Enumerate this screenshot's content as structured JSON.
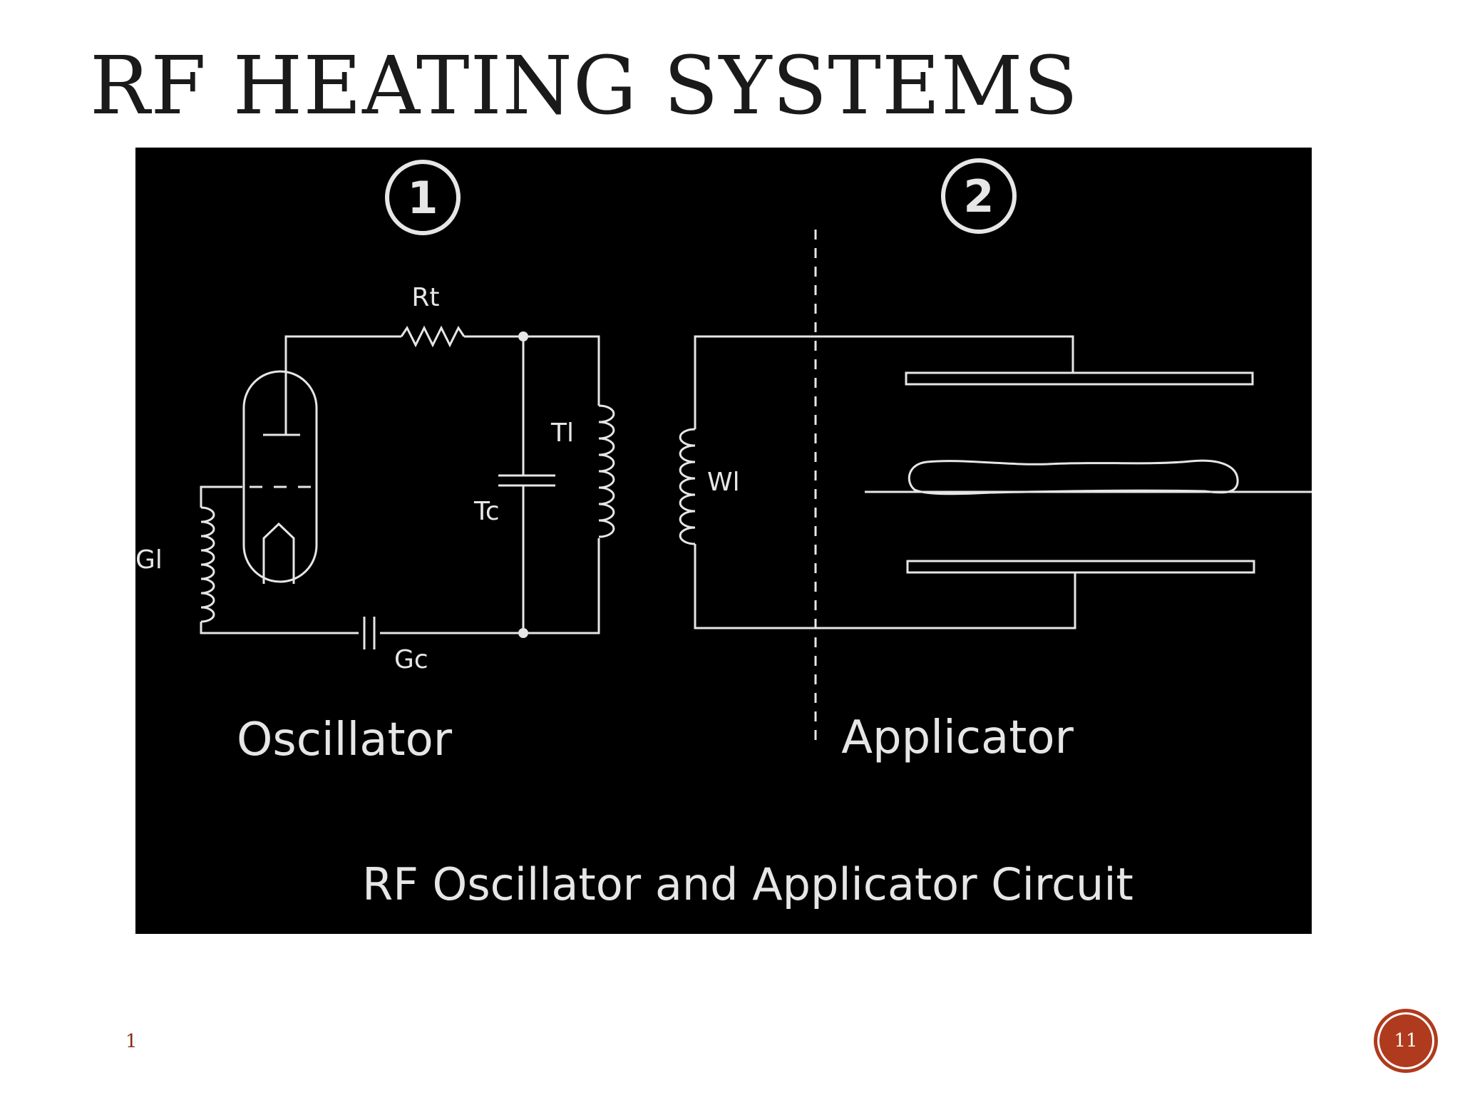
{
  "slide": {
    "title": "RF HEATING SYSTEMS",
    "footer_number": "1",
    "page_number": "11"
  },
  "diagram": {
    "section_markers": [
      "1",
      "2"
    ],
    "component_labels": {
      "rt": "Rt",
      "tl": "Tl",
      "tc": "Tc",
      "wl": "Wl",
      "gl": "Gl",
      "gc": "Gc"
    },
    "section_labels": {
      "oscillator": "Oscillator",
      "applicator": "Applicator"
    },
    "caption": "RF Oscillator and Applicator Circuit"
  }
}
